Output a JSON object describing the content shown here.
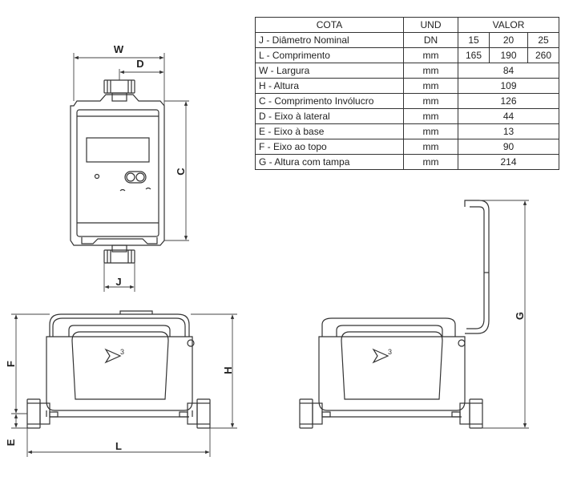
{
  "labels": {
    "W": "W",
    "D": "D",
    "C": "C",
    "J": "J",
    "F": "F",
    "H": "H",
    "E": "E",
    "L": "L",
    "G": "G"
  },
  "table": {
    "headers": {
      "cota": "COTA",
      "und": "UND",
      "valor": "VALOR"
    },
    "rows": [
      {
        "cota": "J - Diâmetro Nominal",
        "und": "DN",
        "values": [
          "15",
          "20",
          "25"
        ]
      },
      {
        "cota": "L - Comprimento",
        "und": "mm",
        "values": [
          "165",
          "190",
          "260"
        ]
      },
      {
        "cota": "W - Largura",
        "und": "mm",
        "value": "84"
      },
      {
        "cota": "H - Altura",
        "und": "mm",
        "value": "109"
      },
      {
        "cota": "C - Comprimento Invólucro",
        "und": "mm",
        "value": "126"
      },
      {
        "cota": "D - Eixo à lateral",
        "und": "mm",
        "value": "44"
      },
      {
        "cota": "E - Eixo à base",
        "und": "mm",
        "value": "13"
      },
      {
        "cota": "F - Eixo ao topo",
        "und": "mm",
        "value": "90"
      },
      {
        "cota": "G - Altura com tampa",
        "und": "mm",
        "value": "214"
      }
    ]
  },
  "colors": {
    "line": "#333333",
    "dim": "#444444"
  }
}
